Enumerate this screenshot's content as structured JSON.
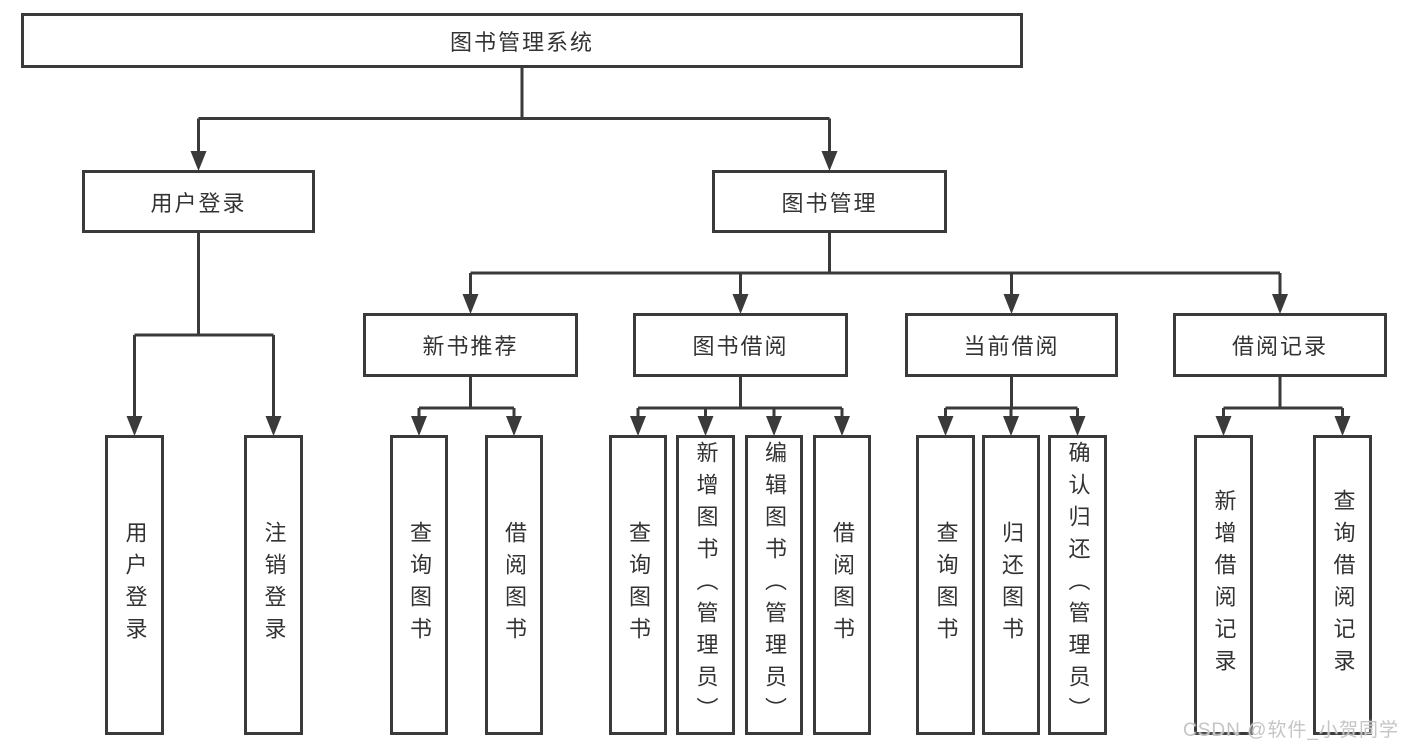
{
  "diagram": {
    "root": {
      "label": "图书管理系统"
    },
    "branches": [
      {
        "label": "用户登录",
        "children": [
          {
            "label": "用户登录"
          },
          {
            "label": "注销登录"
          }
        ]
      },
      {
        "label": "图书管理",
        "children": [
          {
            "label": "新书推荐",
            "children": [
              {
                "label": "查询图书"
              },
              {
                "label": "借阅图书"
              }
            ]
          },
          {
            "label": "图书借阅",
            "children": [
              {
                "label": "查询图书"
              },
              {
                "label": "新增图书（管理员）"
              },
              {
                "label": "编辑图书（管理员）"
              },
              {
                "label": "借阅图书"
              }
            ]
          },
          {
            "label": "当前借阅",
            "children": [
              {
                "label": "查询图书"
              },
              {
                "label": "归还图书"
              },
              {
                "label": "确认归还（管理员）"
              }
            ]
          },
          {
            "label": "借阅记录",
            "children": [
              {
                "label": "新增借阅记录"
              },
              {
                "label": "查询借阅记录"
              }
            ]
          }
        ]
      }
    ]
  },
  "watermark": {
    "text": "CSDN @软件_小贺同学"
  },
  "colors": {
    "line": "#3a3a3a",
    "text": "#333333",
    "background": "#ffffff",
    "watermark": "#c5c5c5"
  }
}
